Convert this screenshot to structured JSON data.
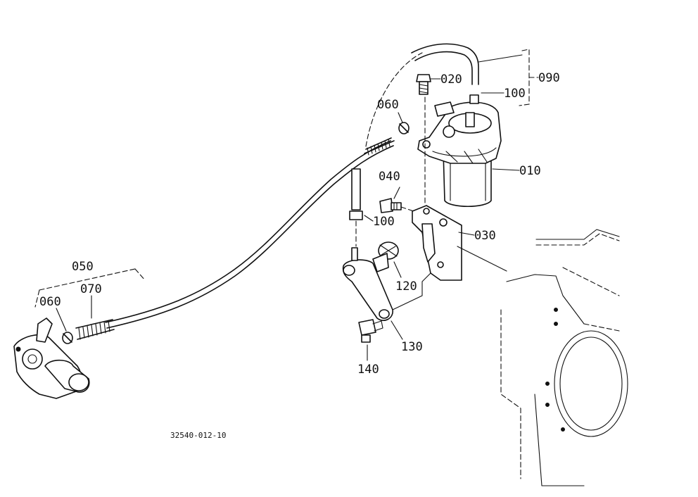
{
  "labels": {
    "p010": "010",
    "p020": "020",
    "p030": "030",
    "p040": "040",
    "p050": "050",
    "p060a": "060",
    "p060b": "060",
    "p070": "070",
    "p090": "090",
    "p100a": "100",
    "p100b": "100",
    "p120": "120",
    "p130": "130",
    "p140": "140"
  },
  "drawing_code": "32540-012-10"
}
